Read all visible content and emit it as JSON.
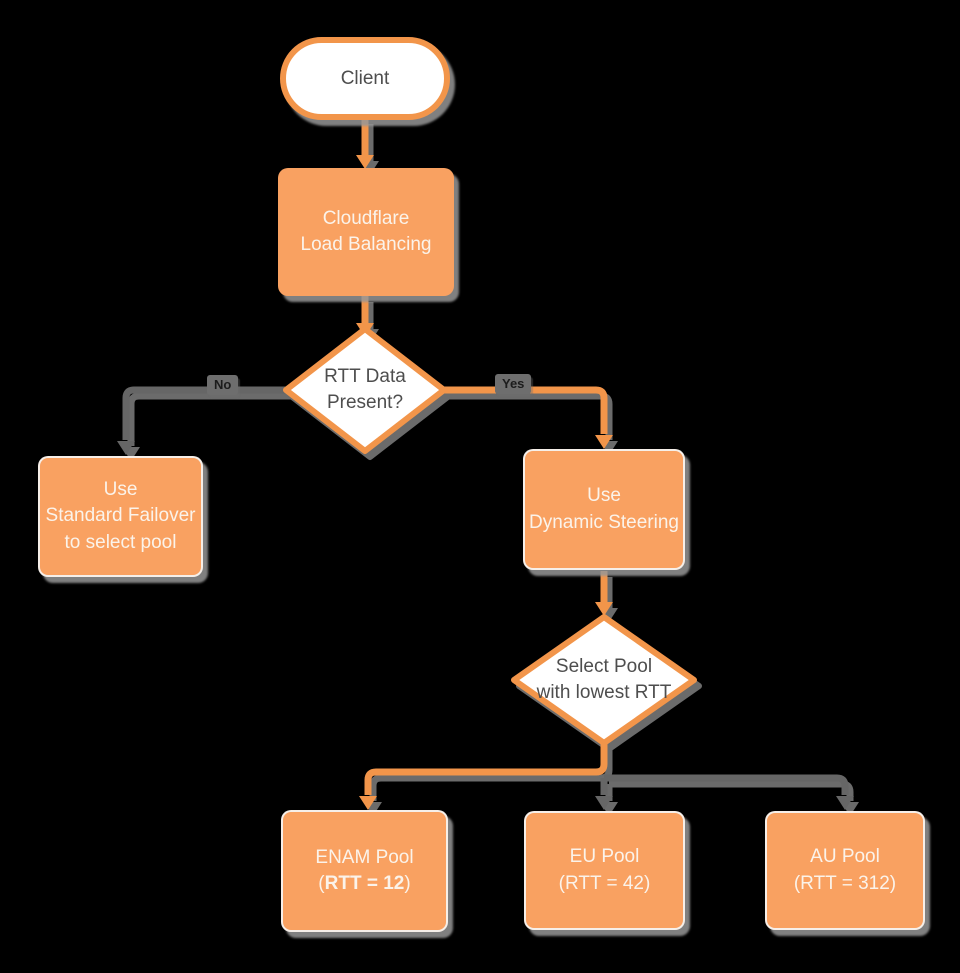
{
  "diagram": {
    "title_context": "Cloudflare Load Balancing dynamic steering flowchart",
    "colors": {
      "background": "#000000",
      "node_fill_orange": "#F9A161",
      "stroke_orange": "#F2954A",
      "line_gray": "#666666",
      "shadow_gray": "#8F8F8F",
      "text_on_orange": "#FBF3EA",
      "text_dark": "#4E4E4E",
      "chip_bg": "#6E6E6E",
      "chip_text": "#1C1C1C"
    },
    "nodes": {
      "client": {
        "label": "Client"
      },
      "load_balancing": {
        "label": "Cloudflare\nLoad Balancing"
      },
      "rtt_decision": {
        "label": "RTT Data\nPresent?"
      },
      "standard_failover": {
        "label": "Use\nStandard Failover\nto select pool"
      },
      "dynamic_steering": {
        "label": "Use\nDynamic Steering"
      },
      "select_pool": {
        "label": "Select Pool\nwith lowest RTT"
      },
      "enam_pool": {
        "line1": "ENAM Pool",
        "line2_prefix": "(",
        "line2_bold": "RTT = 12",
        "line2_suffix": ")"
      },
      "eu_pool": {
        "label": "EU Pool\n(RTT = 42)"
      },
      "au_pool": {
        "label": "AU Pool\n(RTT = 312)"
      }
    },
    "edge_labels": {
      "no": "No",
      "yes": "Yes"
    }
  }
}
